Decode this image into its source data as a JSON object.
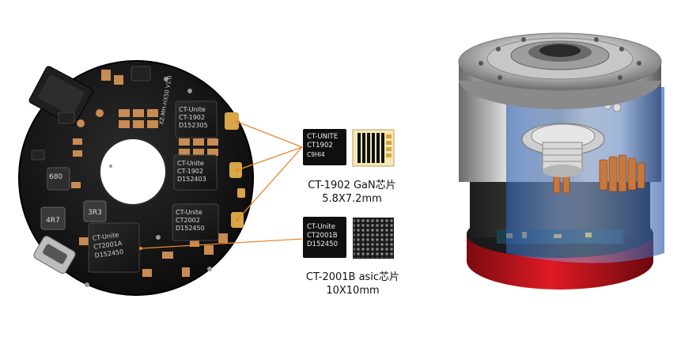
{
  "pcb": {
    "usb_label": "",
    "chips": [
      {
        "line1": "CT-Unite",
        "line2": "CT-1902",
        "line3": "D152305"
      },
      {
        "line1": "CT-Unite",
        "line2": "CT-1902",
        "line3": "D152403"
      },
      {
        "line1": "CT-Unite",
        "line2": "CT2002",
        "line3": "D152450"
      },
      {
        "line1": "CT-Unite",
        "line2": "CT2001A",
        "line3": "D152450"
      }
    ],
    "inductor_labels": [
      "680",
      "4R7",
      "3R3"
    ],
    "silk_text": "XZ-MH-HX50 V1.0"
  },
  "callouts": {
    "gan": {
      "line1": "CT-UNITE",
      "line2": "CT1902",
      "line3": "C9HI4",
      "caption1": "CT-1902 GaN芯片",
      "caption2": "5.8X7.2mm"
    },
    "asic": {
      "line1": "CT-Unite",
      "line2": "CT2001B",
      "line3": "D152450",
      "caption1": "CT-2001B asic芯片",
      "caption2": "10X10mm"
    }
  },
  "colors": {
    "accent": "#e8892f",
    "pcb": "#141414",
    "motor_red": "#c8101a",
    "motor_blue": "#3f7fd6"
  }
}
